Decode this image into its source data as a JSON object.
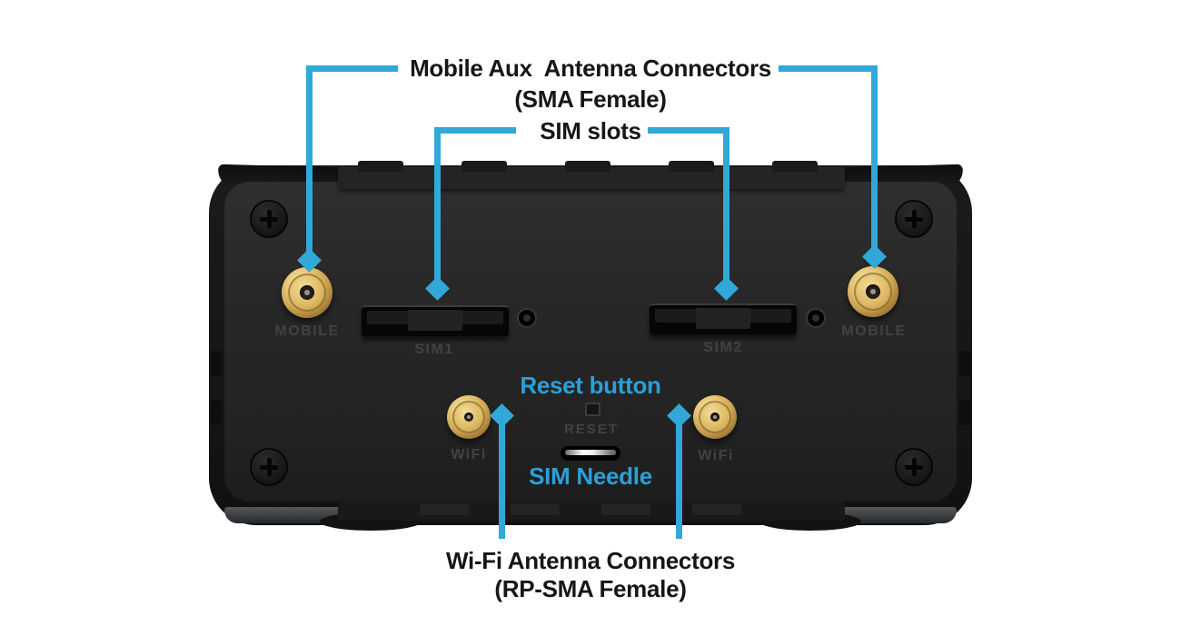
{
  "annotations": {
    "mobile_aux_line1": "Mobile Aux  Antenna Connectors",
    "mobile_aux_line2": "(SMA Female)",
    "sim_slots": "SIM slots",
    "reset_button": "Reset button",
    "sim_needle": "SIM Needle",
    "wifi_line1": "Wi-Fi Antenna Connectors",
    "wifi_line2": "(RP-SMA Female)"
  },
  "device": {
    "labels": {
      "mobile_left": "MOBILE",
      "mobile_right": "MOBILE",
      "sim1": "SIM1",
      "sim2": "SIM2",
      "wifi_left": "WiFi",
      "wifi_right": "WiFi",
      "reset": "RESET"
    }
  },
  "colors": {
    "background": "#ffffff",
    "callout_blue": "#31a8d8",
    "annotation_black": "#161616",
    "annotation_blue": "#2d9fd6",
    "device_body": "#242424",
    "connector_gold": "#ddb964",
    "engraved_gray": "#404345"
  }
}
